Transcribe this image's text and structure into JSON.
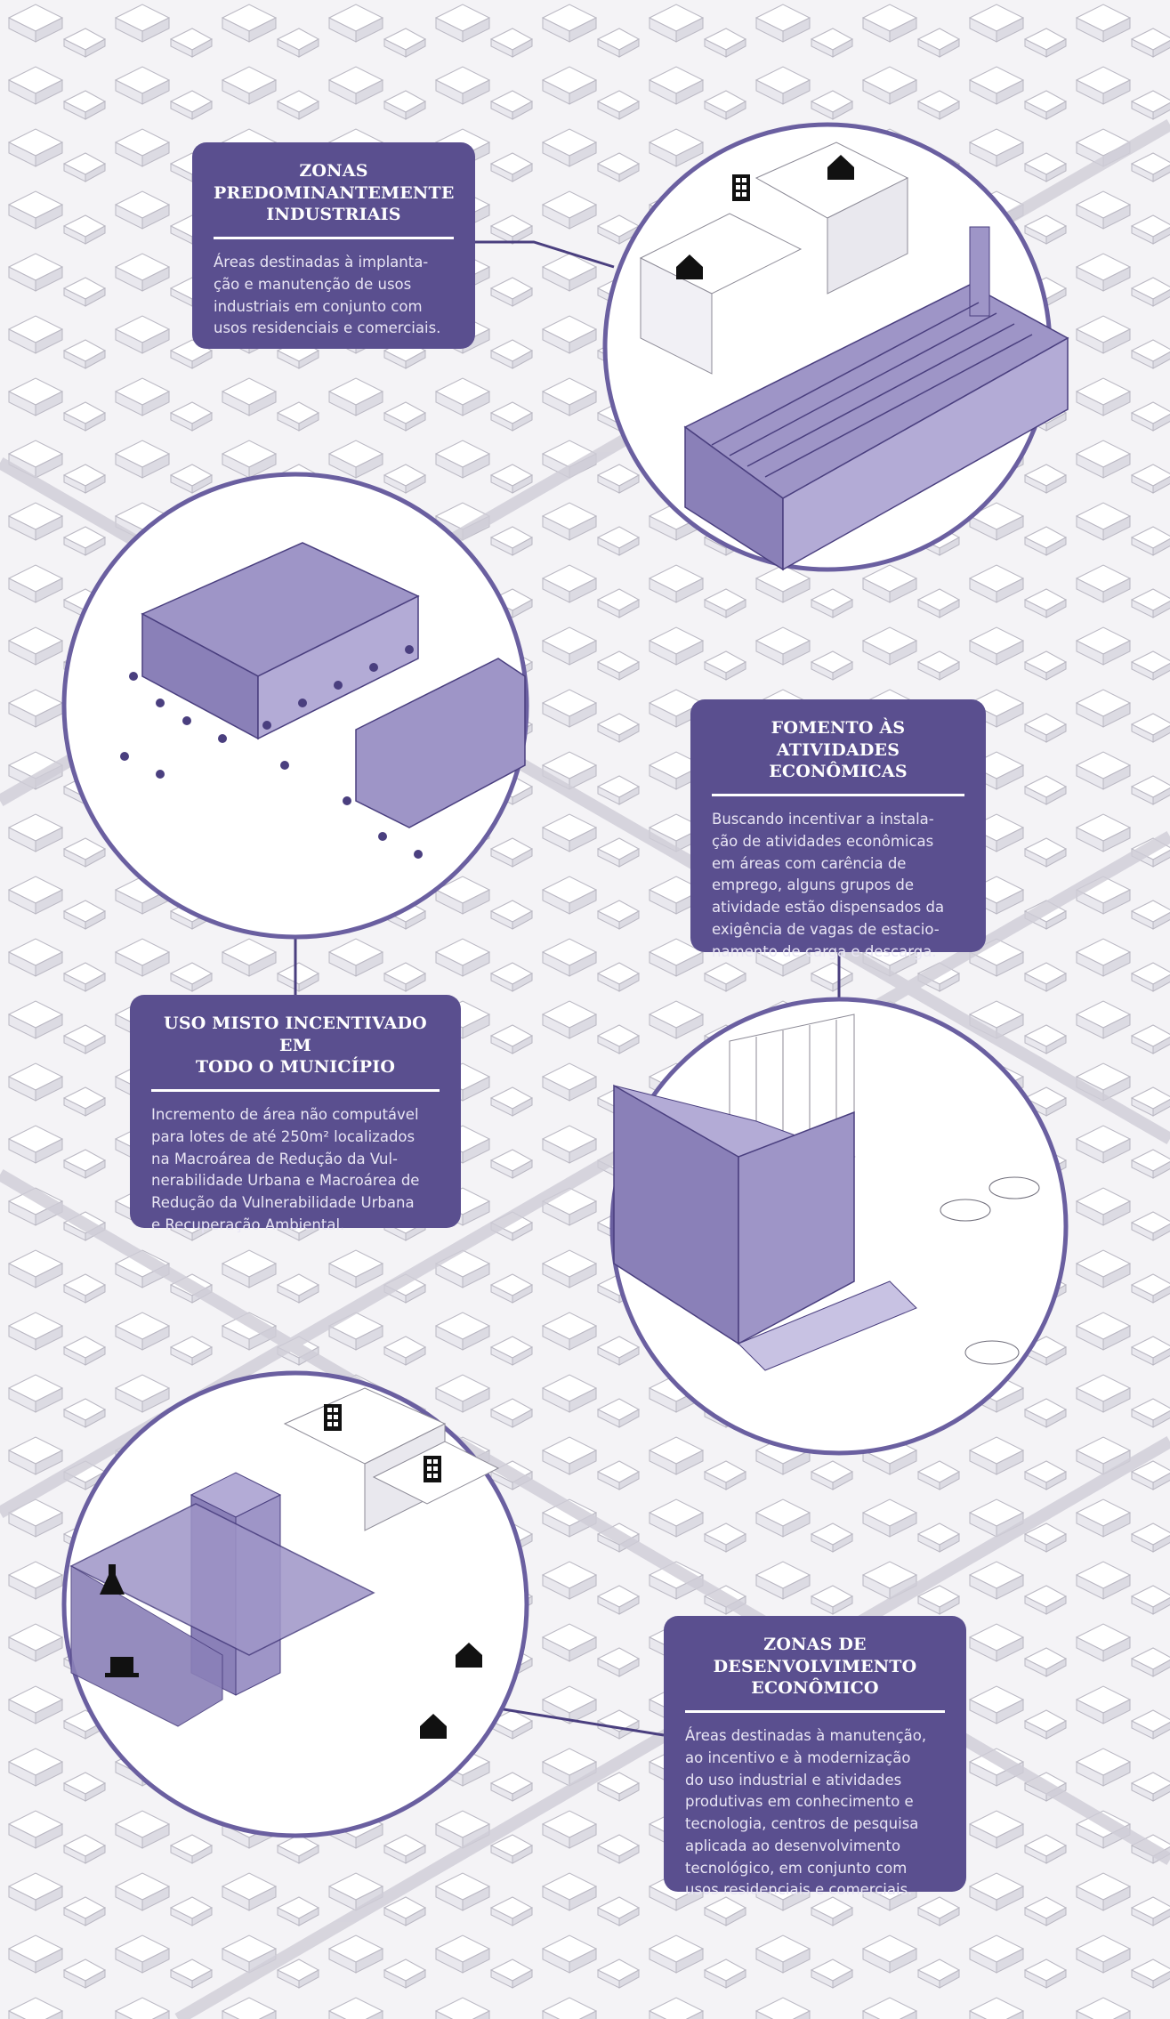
{
  "callouts": {
    "industrial": {
      "title": "ZONAS\nPREDOMINANTEMENTE\nINDUSTRIAIS",
      "body": "Áreas destinadas à implanta-\nção e manutenção de usos\nindustriais em conjunto com\nusos residenciais e comerciais."
    },
    "fomento": {
      "title": "FOMENTO ÀS ATIVIDADES\nECONÔMICAS",
      "body": "Buscando incentivar a instala-\nção de atividades econômicas\nem áreas com carência de\nemprego, alguns grupos de\natividade estão dispensados da\nexigência de vagas de estacio-\nnamento de carga e descarga."
    },
    "misto": {
      "title": "USO MISTO INCENTIVADO EM\nTODO O MUNICÍPIO",
      "body": "Incremento de área não computável\npara lotes de até 250m² localizados\nna Macroárea de Redução da Vul-\nnerabilidade Urbana e Macroárea de\nRedução da Vulnerabilidade Urbana\ne Recuperação Ambiental."
    },
    "desenvolvimento": {
      "title": "ZONAS DE DESENVOLVIMENTO\nECONÔMICO",
      "body": "Áreas destinadas à manutenção,\nao incentivo e à modernização\ndo uso industrial e atividades\nprodutivas em conhecimento e\ntecnologia, centros de pesquisa\naplicada ao desenvolvimento\ntecnológico, em conjunto com\nusos residenciais e comerciais."
    }
  },
  "colors": {
    "accent": "#5a4f8f",
    "highlight": "#9e95c7",
    "background": "#f4f3f6",
    "line": "#8c8a96"
  },
  "icons": [
    "house-icon",
    "apartment-building-icon",
    "lab-flask-icon",
    "laptop-icon"
  ]
}
